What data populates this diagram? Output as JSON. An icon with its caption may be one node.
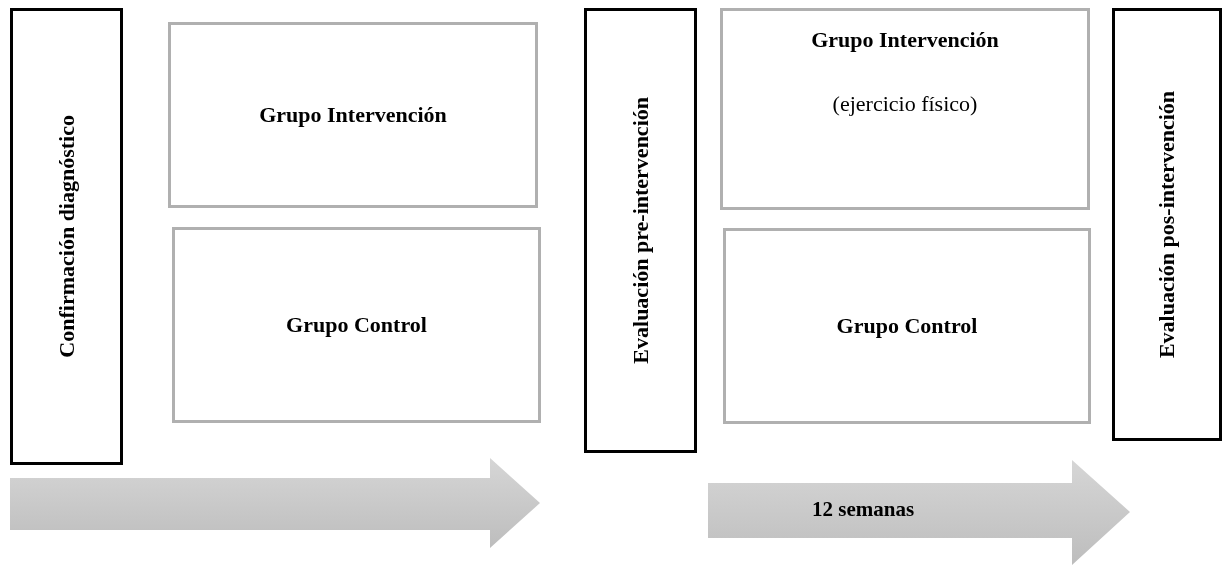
{
  "diagram": {
    "nodes": [
      {
        "text": [
          "Confirmación diagnóstico"
        ]
      },
      {
        "text": [
          "Grupo Intervención"
        ]
      },
      {
        "text": [
          "Grupo Control"
        ]
      },
      {
        "text": [
          "Evaluación pre-intervención"
        ]
      },
      {
        "text": [
          "Grupo Intervención",
          "(ejercicio físico)"
        ]
      },
      {
        "text": [
          "Grupo Control"
        ]
      },
      {
        "text": [
          "Evaluación pos-intervención"
        ]
      }
    ],
    "labels": [
      "12 semanas"
    ]
  }
}
